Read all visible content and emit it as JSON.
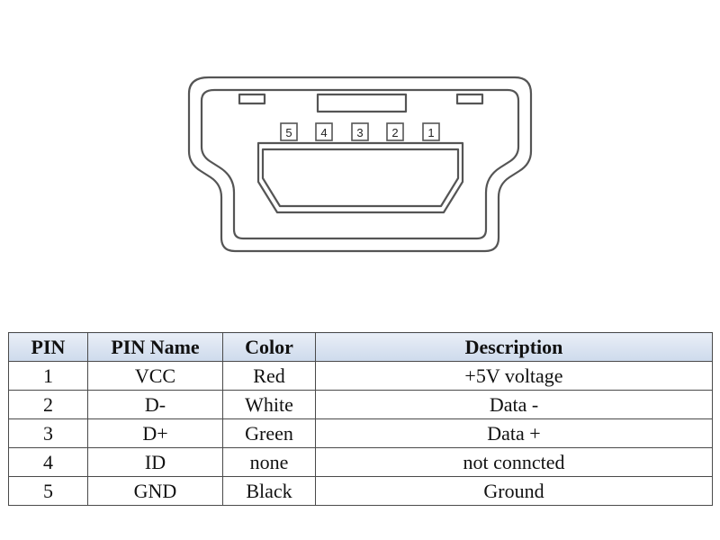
{
  "connector": {
    "pin_labels": [
      "5",
      "4",
      "3",
      "2",
      "1"
    ],
    "colors": {
      "stroke": "#555555",
      "background": "#ffffff"
    }
  },
  "table": {
    "headers": [
      "PIN",
      "PIN Name",
      "Color",
      "Description"
    ],
    "rows": [
      {
        "pin": "1",
        "name": "VCC",
        "color": "Red",
        "description": "+5V voltage"
      },
      {
        "pin": "2",
        "name": "D-",
        "color": "White",
        "description": "Data -"
      },
      {
        "pin": "3",
        "name": "D+",
        "color": "Green",
        "description": "Data +"
      },
      {
        "pin": "4",
        "name": "ID",
        "color": "none",
        "description": "not conncted"
      },
      {
        "pin": "5",
        "name": "GND",
        "color": "Black",
        "description": "Ground"
      }
    ],
    "colors": {
      "header_top": "#e9eef6",
      "header_bottom": "#cddaec",
      "border": "#4a4a4a"
    }
  }
}
